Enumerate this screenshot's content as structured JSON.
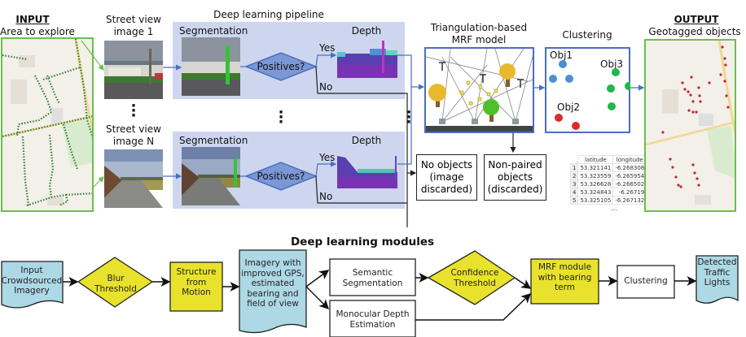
{
  "top": {
    "input": {
      "heading": "INPUT",
      "subheading": "Area to explore"
    },
    "street_view_1": {
      "line1": "Street view",
      "line2": "image 1"
    },
    "street_view_n": {
      "line1": "Street view",
      "line2": "image N"
    },
    "pipeline_title": "Deep learning pipeline",
    "rows": [
      {
        "segmentation_label": "Segmentation",
        "decision_label": "Positives?",
        "yes_label": "Yes",
        "no_label": "No",
        "depth_label": "Depth"
      },
      {
        "segmentation_label": "Segmentation",
        "decision_label": "Positives?",
        "yes_label": "Yes",
        "no_label": "No",
        "depth_label": "Depth"
      }
    ],
    "mrf": {
      "line1": "Triangulation-based",
      "line2": "MRF model"
    },
    "clustering": {
      "title": "Clustering",
      "objects": [
        {
          "label": "Obj1",
          "color": "#4a90d0"
        },
        {
          "label": "Obj2",
          "color": "#e02a2a"
        },
        {
          "label": "Obj3",
          "color": "#1fb84a"
        }
      ]
    },
    "no_objects": {
      "line1": "No objects",
      "line2": "(image",
      "line3": "discarded)"
    },
    "non_paired": {
      "line1": "Non-paired",
      "line2": "objects",
      "line3": "(discarded)"
    },
    "output": {
      "heading": "OUTPUT",
      "subheading": "Geotagged objects"
    },
    "coords_table": {
      "headers": [
        "",
        "latitude",
        "longitude"
      ],
      "rows": [
        [
          "1",
          "53.321141",
          "-6.268308"
        ],
        [
          "2",
          "53.323559",
          "-6.265954"
        ],
        [
          "3",
          "53.326628",
          "-6.266502"
        ],
        [
          "4",
          "53.324843",
          "-6.26719"
        ],
        [
          "5",
          "53.325105",
          "-6.267132"
        ]
      ],
      "ellipsis": "..."
    }
  },
  "bottom": {
    "title": "Deep learning modules",
    "nodes": {
      "input": {
        "lines": [
          "Input",
          "Crowdsourced",
          "Imagery"
        ]
      },
      "blur": {
        "lines": [
          "Blur",
          "Threshold"
        ]
      },
      "sfm": {
        "lines": [
          "Structure",
          "from",
          "Motion"
        ]
      },
      "imagery": {
        "lines": [
          "Imagery with",
          "improved GPS,",
          "estimated",
          "bearing and",
          "field of view"
        ]
      },
      "semantic": {
        "lines": [
          "Semantic",
          "Segmentation"
        ]
      },
      "depth": {
        "lines": [
          "Monocular Depth",
          "Estimation"
        ]
      },
      "confidence": {
        "lines": [
          "Confidence",
          "Threshold"
        ]
      },
      "mrf": {
        "lines": [
          "MRF module",
          "with bearing",
          "term"
        ]
      },
      "clustering": {
        "lines": [
          "Clustering"
        ]
      },
      "output": {
        "lines": [
          "Detected",
          "Traffic",
          "Lights"
        ]
      }
    }
  },
  "colors": {
    "panel": "#cdd6ee",
    "blue_line": "#4a6fc2",
    "map_border": "#6bbf4e",
    "flow_yellow": "#e8e22c",
    "flow_lightblue": "#add8e6",
    "diamond_fill": "#7b97d4"
  }
}
